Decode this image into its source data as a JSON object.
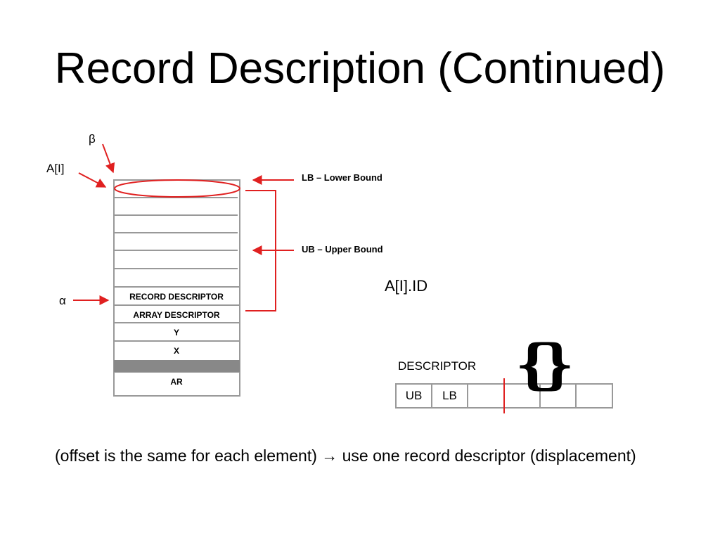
{
  "title": "Record Description (Continued)",
  "diagram": {
    "labels": {
      "beta": "β",
      "a_i": "A[I]",
      "alpha": "α",
      "lb": "LB – Lower Bound",
      "ub": "UB – Upper Bound",
      "a_i_id": "A[I].ID",
      "descriptor": "DESCRIPTOR"
    },
    "memory_cells": [
      "RECORD DESCRIPTOR",
      "ARRAY DESCRIPTOR",
      "Y",
      "X",
      "AR"
    ],
    "descriptor_cells": [
      "UB",
      "LB",
      "",
      "",
      "",
      ""
    ],
    "brace": "{}",
    "colors": {
      "accent": "#e02020",
      "cell_border": "#999999",
      "filled_cell": "#888888"
    }
  },
  "note": "(offset is the same for each element) → use one record descriptor (displacement)"
}
